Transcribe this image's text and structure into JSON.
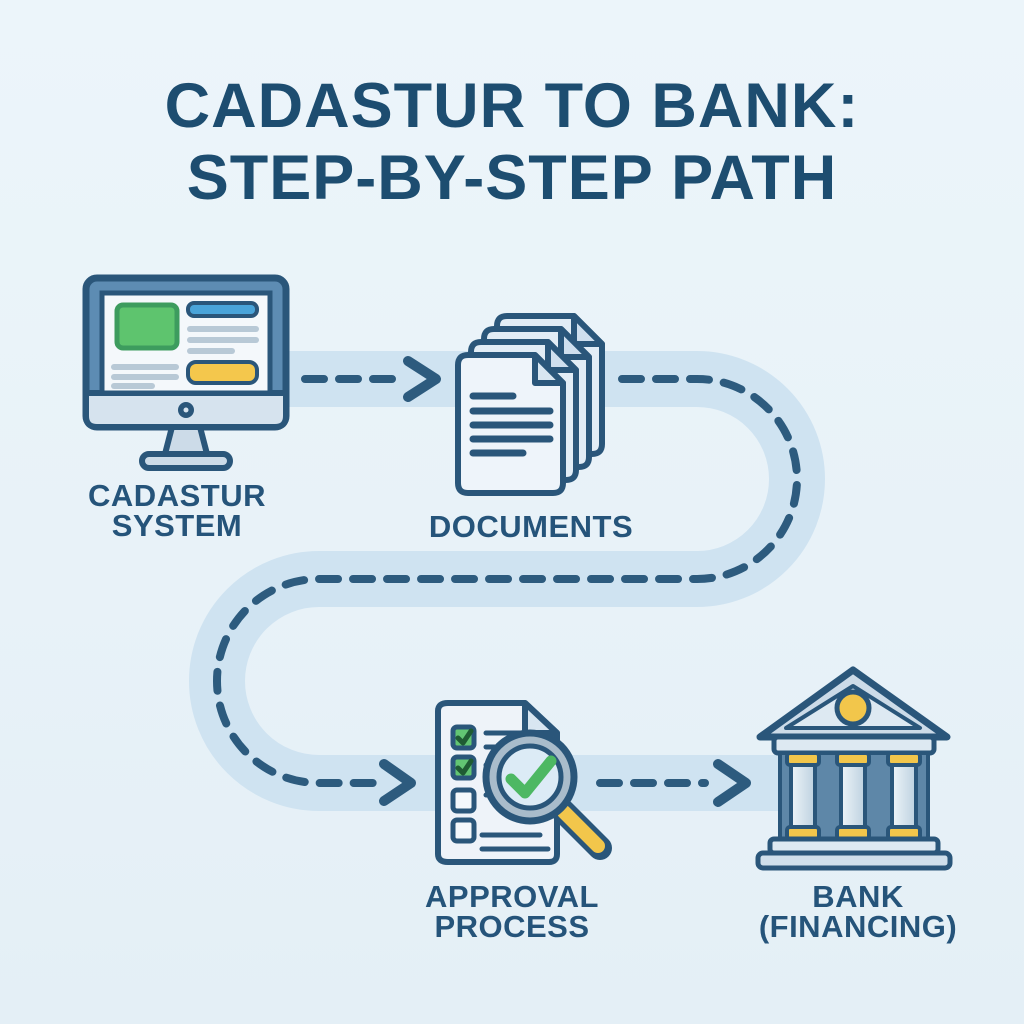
{
  "title": {
    "line1": "CADASTUR TO BANK:",
    "line2": "STEP-BY-STEP PATH"
  },
  "steps": [
    {
      "id": "cadastur-system",
      "line1": "CADASTUR",
      "line2": "SYSTEM",
      "icon": "computer-monitor-icon"
    },
    {
      "id": "documents",
      "line1": "DOCUMENTS",
      "line2": "",
      "icon": "documents-stack-icon"
    },
    {
      "id": "approval-process",
      "line1": "APPROVAL",
      "line2": "PROCESS",
      "icon": "checklist-magnifier-icon"
    },
    {
      "id": "bank-financing",
      "line1": "BANK",
      "line2": "(FINANCING)",
      "icon": "bank-building-icon"
    }
  ],
  "path": {
    "style": "dashed-arrow-s-curve",
    "direction_sequence": [
      "cadastur-system",
      "documents",
      "approval-process",
      "bank-financing"
    ]
  },
  "colors": {
    "background": "#e9f2f8",
    "path_band": "#cfe3f1",
    "navy_outline": "#2a567a",
    "dash_arrow": "#2d5b7e",
    "title_text": "#1d4d70",
    "label_text": "#25547a",
    "accent_green": "#5ec46e",
    "accent_blue": "#4aa4d9",
    "accent_yellow": "#f4c74c",
    "monitor_bezel": "#5d8cb3",
    "bank_column_bg": "#5e87a8"
  }
}
